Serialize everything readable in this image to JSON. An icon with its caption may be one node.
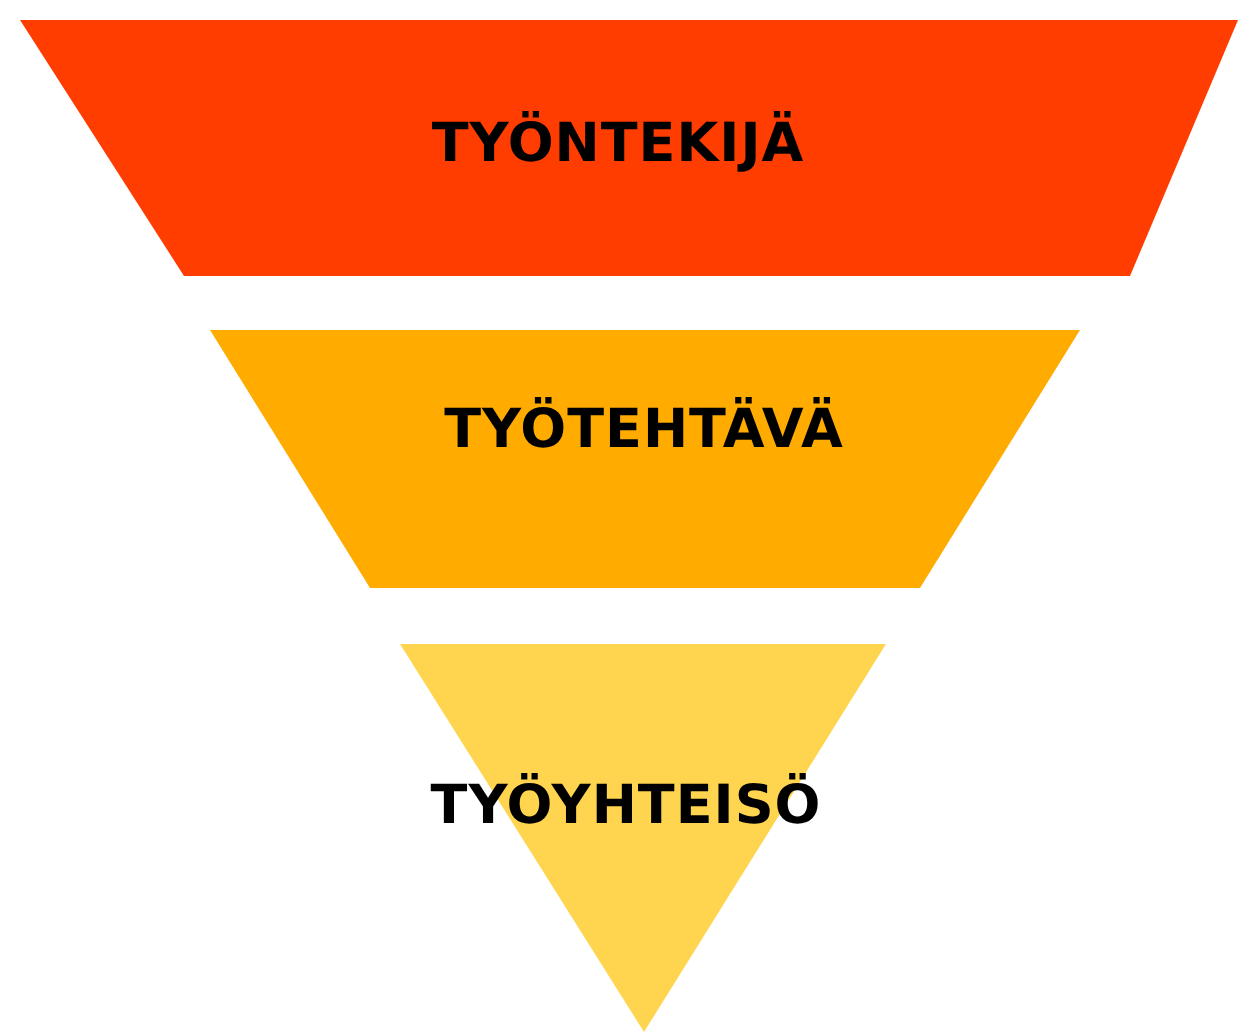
{
  "diagram": {
    "nodes": [
      {
        "text": [
          "TYÖNTEKIJÄ"
        ]
      },
      {
        "text": [
          "TYÖTEHTÄVÄ"
        ]
      },
      {
        "text": [
          "TYÖYHTEISÖ"
        ]
      }
    ]
  }
}
